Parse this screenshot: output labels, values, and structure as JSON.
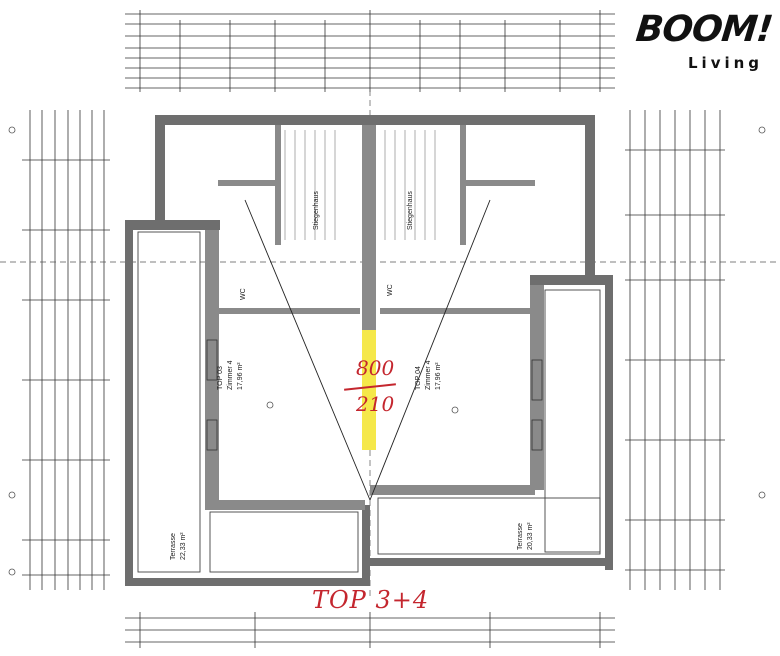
{
  "brand": {
    "name": "BOOM!",
    "tagline": "Living"
  },
  "annotation": {
    "title": "TOP 3+4",
    "width_value": "800",
    "height_value": "210"
  },
  "accent_colors": {
    "highlight": "#f5e84a",
    "wall": "#6e6e6e",
    "ink": "#c4262e"
  },
  "rooms": [
    {
      "id": "top3-room",
      "name": "Zimmer 4",
      "area": "17,96 m²"
    },
    {
      "id": "top4-room",
      "name": "Zimmer 4",
      "area": "17,96 m²"
    },
    {
      "id": "top3-terrace",
      "name": "Terrasse",
      "area": "22,33 m²"
    },
    {
      "id": "top4-terrace",
      "name": "Terrasse",
      "area": "20,33 m²"
    },
    {
      "id": "stair-left",
      "name": "Stiegenhaus"
    },
    {
      "id": "stair-right",
      "name": "Stiegenhaus"
    },
    {
      "id": "wc-left",
      "name": "WC"
    },
    {
      "id": "wc-right",
      "name": "WC"
    }
  ],
  "unit_labels": {
    "left": "TOP 03",
    "right": "TOP 04"
  }
}
